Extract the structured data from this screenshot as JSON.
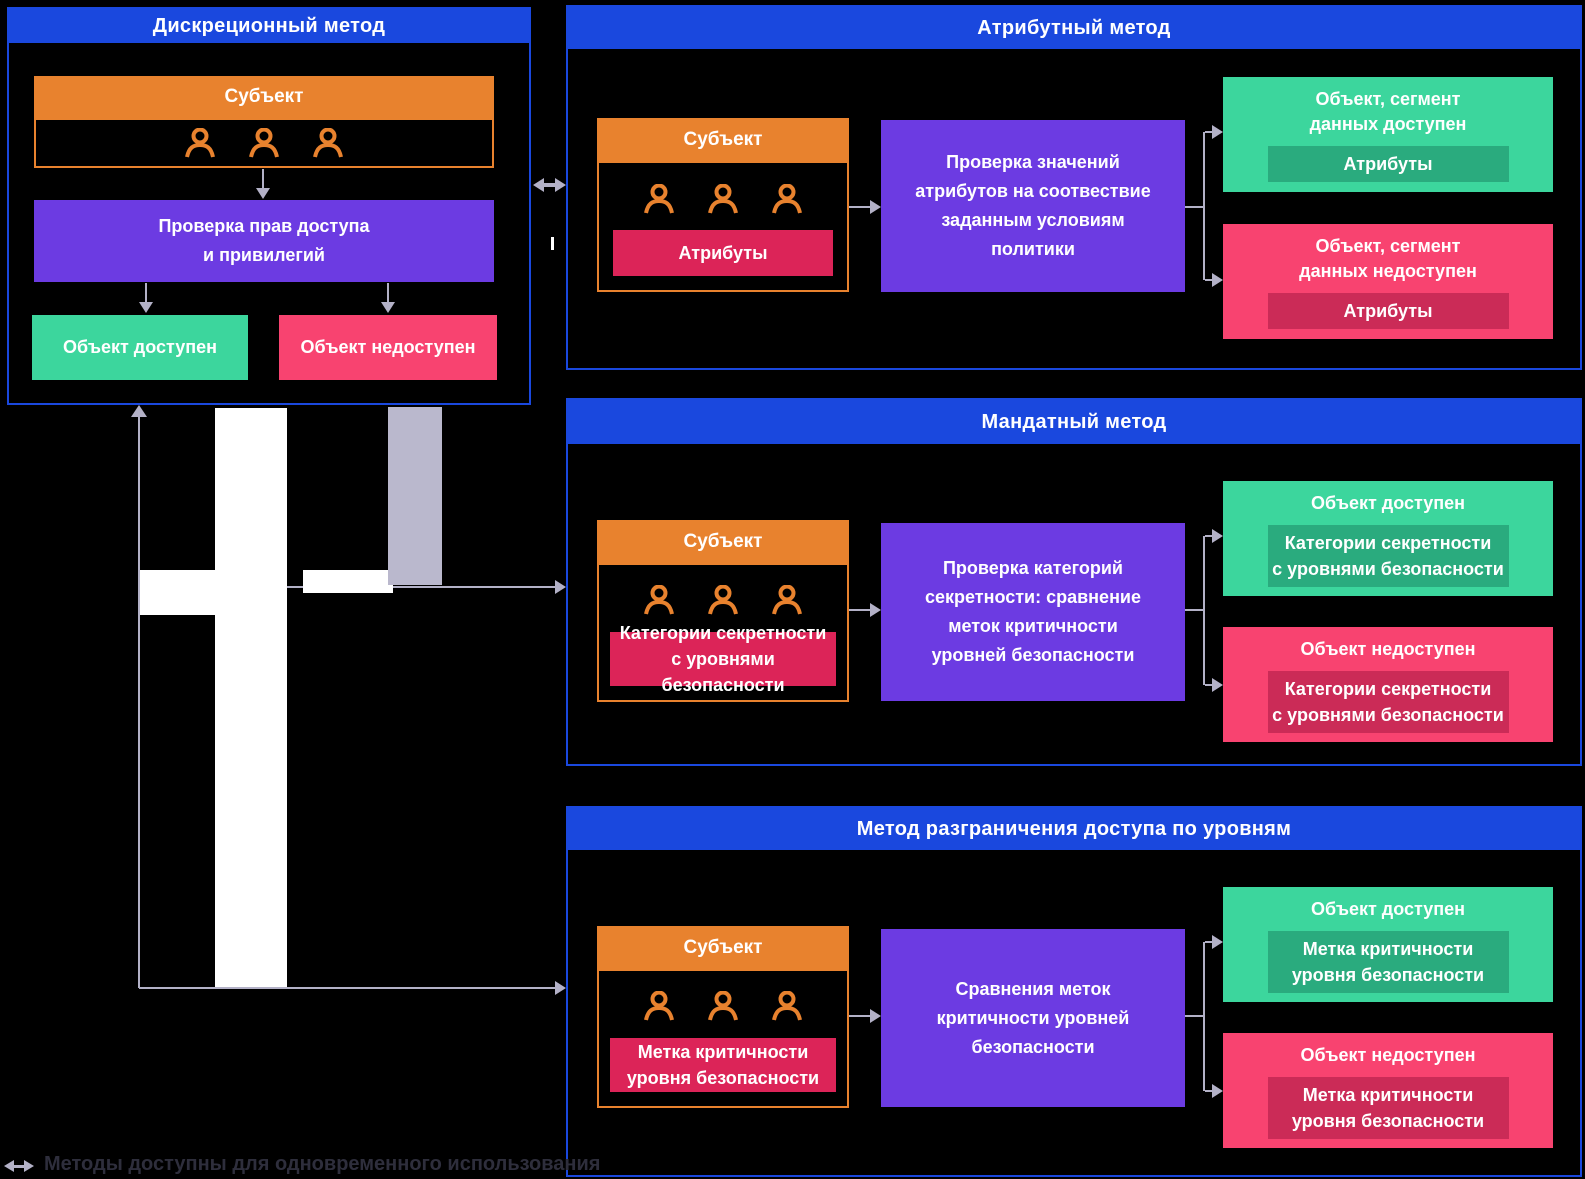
{
  "colors": {
    "background": "#000000",
    "panel_blue": "#1a48de",
    "orange": "#e8822e",
    "purple": "#6c3be2",
    "green": "#3cd69d",
    "green_dark": "#2aab7e",
    "pink": "#f84370",
    "crimson": "#dc2458",
    "crimson_dark": "#cb2b57",
    "connector_gray": "#b3b1c7",
    "legend_text": "#2e2e3c"
  },
  "legend": {
    "label": "Методы доступны для одновременного использования"
  },
  "panels": {
    "discretionary": {
      "title": "Дискреционный метод",
      "subject_label": "Субъект",
      "process": "Проверка прав доступа\nи привилегий",
      "allowed_title": "Объект доступен",
      "denied_title": "Объект недоступен"
    },
    "attribute": {
      "title": "Атрибутный метод",
      "subject_label": "Субъект",
      "subject_tag": "Атрибуты",
      "process": "Проверка значений\nатрибутов на соотвествие\nзаданным условиям\nполитики",
      "allowed_title": "Объект, сегмент\nданных доступен",
      "allowed_tag": "Атрибуты",
      "denied_title": "Объект, сегмент\nданных недоступен",
      "denied_tag": "Атрибуты"
    },
    "mandatory": {
      "title": "Мандатный метод",
      "subject_label": "Субъект",
      "subject_tag": "Категории секретности\nс уровнями безопасности",
      "process": "Проверка категорий\nсекретности: сравнение\nметок критичности\nуровней безопасности",
      "allowed_title": "Объект доступен",
      "allowed_tag": "Категории секретности\nс уровнями безопасности",
      "denied_title": "Объект недоступен",
      "denied_tag": "Категории секретности\nс уровнями безопасности"
    },
    "level": {
      "title": "Метод разграничения доступа по уровням",
      "subject_label": "Субъект",
      "subject_tag": "Метка критичности\nуровня безопасности",
      "process": "Сравнения меток\nкритичности уровней\nбезопасности",
      "allowed_title": "Объект доступен",
      "allowed_tag": "Метка критичности\nуровня безопасности",
      "denied_title": "Объект недоступен",
      "denied_tag": "Метка критичности\nуровня безопасности"
    }
  }
}
